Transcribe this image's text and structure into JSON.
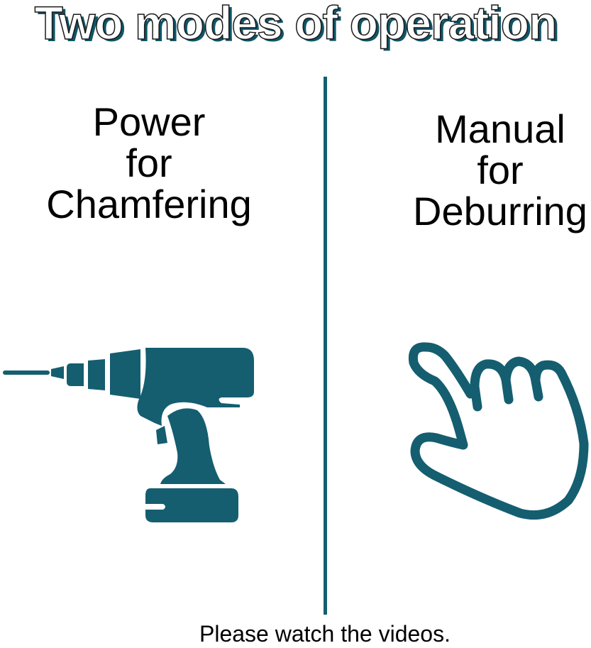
{
  "title": "Two modes of operation",
  "left": {
    "lines": [
      "Power",
      "for",
      "Chamfering"
    ],
    "icon": "power-drill-icon"
  },
  "right": {
    "lines": [
      "Manual",
      "for",
      "Deburring"
    ],
    "icon": "pointing-hand-icon"
  },
  "footer": "Please watch the videos.",
  "colors": {
    "accent": "#145e70",
    "text": "#000000",
    "background": "#ffffff"
  }
}
